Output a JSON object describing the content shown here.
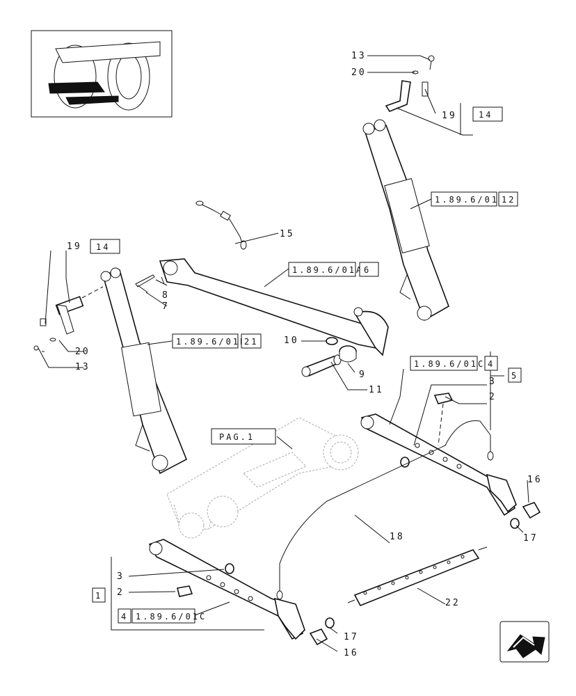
{
  "labels": {
    "l13_top": "13",
    "l20_top": "20",
    "l19_top": "19",
    "l15": "15",
    "l19_left": "19",
    "l8": "8",
    "l7": "7",
    "l10": "10",
    "l20_left": "20",
    "l13_left": "13",
    "l9": "9",
    "l11": "11",
    "l3_right": "3",
    "l2_right": "2",
    "l16_right": "16",
    "l17_right": "17",
    "l18": "18",
    "l3_left": "3",
    "l2_left": "2",
    "l22": "22",
    "l17_left": "17",
    "l16_left": "16"
  },
  "refs": {
    "r14_top": "14",
    "r189_01b_top_code": "1.89.6/01B",
    "r189_01b_top_num": "12",
    "r14_left": "14",
    "r189_01a_code": "1.89.6/01A",
    "r189_01a_num": "6",
    "r189_01b_left_code": "1.89.6/01B",
    "r189_01b_left_num": "21",
    "r189_01c_right_code": "1.89.6/01C",
    "r189_01c_right_num": "4",
    "r5": "5",
    "pag1": "PAG.1",
    "r1": "1",
    "r189_01c_left_num": "4",
    "r189_01c_left_code": "1.89.6/01C"
  },
  "icons": {
    "thumbnail": "tractor-thumbnail",
    "navigation": "next-page-arrow-icon"
  }
}
